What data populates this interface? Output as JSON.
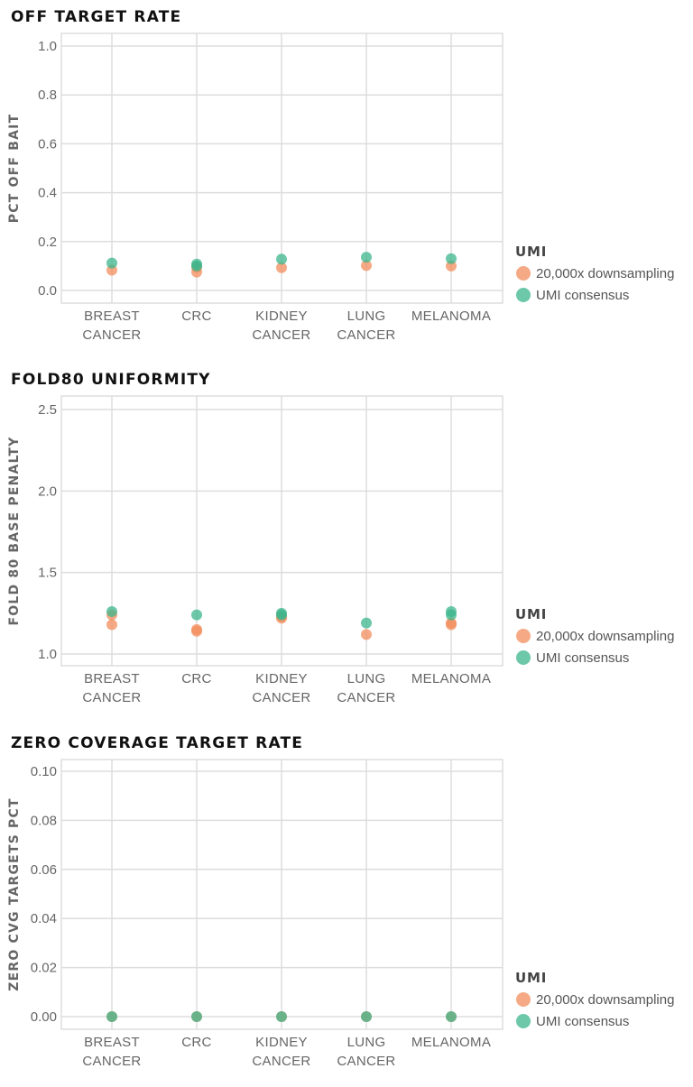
{
  "chart_data": [
    {
      "type": "scatter",
      "title": "OFF TARGET RATE",
      "ylabel": "PCT OFF BAIT",
      "ylim": [
        0.0,
        1.0
      ],
      "yticks": [
        "0.0",
        "0.2",
        "0.4",
        "0.6",
        "0.8",
        "1.0"
      ],
      "categories": [
        [
          "BREAST",
          "CANCER"
        ],
        [
          "CRC"
        ],
        [
          "KIDNEY",
          "CANCER"
        ],
        [
          "LUNG",
          "CANCER"
        ],
        [
          "MELANOMA"
        ]
      ],
      "legend": {
        "title": "UMI",
        "placement": "right"
      },
      "series": [
        {
          "name": "20,000x downsampling",
          "color": "#f28e5c",
          "values": [
            [
              0.083
            ],
            [
              0.075,
              0.095
            ],
            [
              0.093
            ],
            [
              0.102
            ],
            [
              0.1
            ]
          ]
        },
        {
          "name": "UMI consensus",
          "color": "#3bb58c",
          "values": [
            [
              0.112
            ],
            [
              0.108,
              0.1
            ],
            [
              0.128
            ],
            [
              0.136
            ],
            [
              0.13
            ]
          ]
        }
      ]
    },
    {
      "type": "scatter",
      "title": "FOLD80 UNIFORMITY",
      "ylabel": "FOLD 80 BASE PENALTY",
      "ylim": [
        1.0,
        2.5
      ],
      "yticks": [
        "1.0",
        "1.5",
        "2.0",
        "2.5"
      ],
      "categories": [
        [
          "BREAST",
          "CANCER"
        ],
        [
          "CRC"
        ],
        [
          "KIDNEY",
          "CANCER"
        ],
        [
          "LUNG",
          "CANCER"
        ],
        [
          "MELANOMA"
        ]
      ],
      "legend": {
        "title": "UMI",
        "placement": "right"
      },
      "series": [
        {
          "name": "20,000x downsampling",
          "color": "#f28e5c",
          "values": [
            [
              1.24,
              1.18
            ],
            [
              1.15,
              1.14
            ],
            [
              1.22,
              1.23
            ],
            [
              1.12
            ],
            [
              1.19,
              1.18
            ]
          ]
        },
        {
          "name": "UMI consensus",
          "color": "#3bb58c",
          "values": [
            [
              1.26
            ],
            [
              1.24
            ],
            [
              1.25,
              1.24
            ],
            [
              1.19
            ],
            [
              1.26,
              1.24
            ]
          ]
        }
      ]
    },
    {
      "type": "scatter",
      "title": "ZERO COVERAGE TARGET RATE",
      "ylabel": "ZERO CVG TARGETS PCT",
      "ylim": [
        0.0,
        0.1
      ],
      "yticks": [
        "0.00",
        "0.02",
        "0.04",
        "0.06",
        "0.08",
        "0.10"
      ],
      "categories": [
        [
          "BREAST",
          "CANCER"
        ],
        [
          "CRC"
        ],
        [
          "KIDNEY",
          "CANCER"
        ],
        [
          "LUNG",
          "CANCER"
        ],
        [
          "MELANOMA"
        ]
      ],
      "legend": {
        "title": "UMI",
        "placement": "right"
      },
      "series": [
        {
          "name": "20,000x downsampling",
          "color": "#f28e5c",
          "values": [
            [
              0.0
            ],
            [
              0.0
            ],
            [
              0.0
            ],
            [
              0.0
            ],
            [
              0.0
            ]
          ]
        },
        {
          "name": "UMI consensus",
          "color": "#3bb58c",
          "values": [
            [
              0.0
            ],
            [
              0.0
            ],
            [
              0.0
            ],
            [
              0.0
            ],
            [
              0.0
            ]
          ]
        }
      ]
    }
  ]
}
